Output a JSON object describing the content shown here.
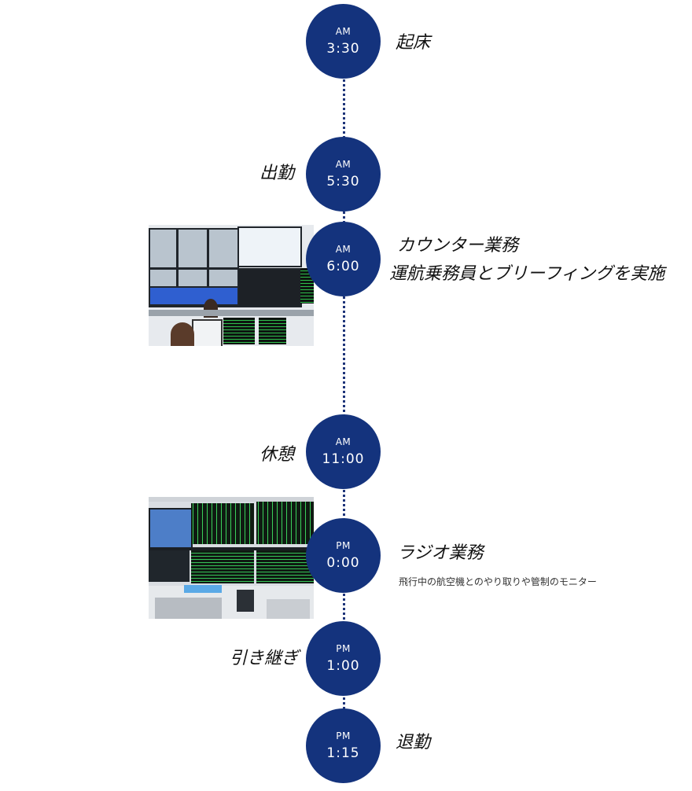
{
  "timeline": [
    {
      "ampm": "AM",
      "time": "3:30",
      "label": "起床"
    },
    {
      "ampm": "AM",
      "time": "5:30",
      "label": "出勤"
    },
    {
      "ampm": "AM",
      "time": "6:00",
      "label_line1": "カウンター業務",
      "label_line2": "運航乗務員とブリーフィングを実施"
    },
    {
      "ampm": "AM",
      "time": "11:00",
      "label": "休憩"
    },
    {
      "ampm": "PM",
      "time": "0:00",
      "label": "ラジオ業務",
      "description": "飛行中の航空機とのやり取りや管制のモニター"
    },
    {
      "ampm": "PM",
      "time": "1:00",
      "label": "引き継ぎ"
    },
    {
      "ampm": "PM",
      "time": "1:15",
      "label": "退勤"
    }
  ],
  "colors": {
    "circle": "#14337d",
    "dotted_line": "#1e3479"
  }
}
